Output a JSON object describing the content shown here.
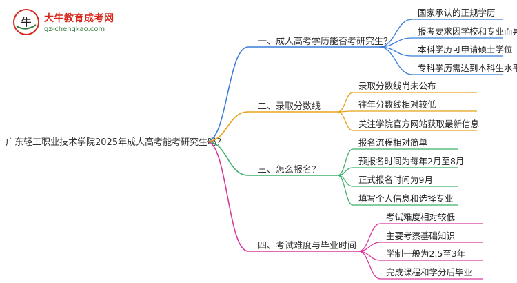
{
  "logo": {
    "title": "大牛教育成考网",
    "url": "gz-chengkao.com",
    "mark_char": "牛"
  },
  "root": {
    "label": "广东轻工职业技术学院2025年成人高考能考研究生吗？",
    "color": "#333333"
  },
  "branches": [
    {
      "label": "一、成人高考学历能否考研究生？",
      "color": "#3b7dd8",
      "children": [
        "国家承认的正规学历",
        "报考要求因学校和专业而异",
        "本科学历可申请硕士学位",
        "专科学历需达到本科生水平"
      ]
    },
    {
      "label": "二、录取分数线",
      "color": "#e8a21a",
      "children": [
        "录取分数线尚未公布",
        "往年分数线相对较低",
        "关注学院官方网站获取最新信息"
      ]
    },
    {
      "label": "三、怎么报名？",
      "color": "#3bb06b",
      "children": [
        "报名流程相对简单",
        "预报名时间为每年2月至8月",
        "正式报名时间为9月",
        "填写个人信息和选择专业"
      ]
    },
    {
      "label": "四、考试难度与毕业时间",
      "color": "#d83a9c",
      "children": [
        "考试难度相对较低",
        "主要考察基础知识",
        "学制一般为2.5至3年",
        "完成课程和学分后毕业"
      ]
    }
  ]
}
